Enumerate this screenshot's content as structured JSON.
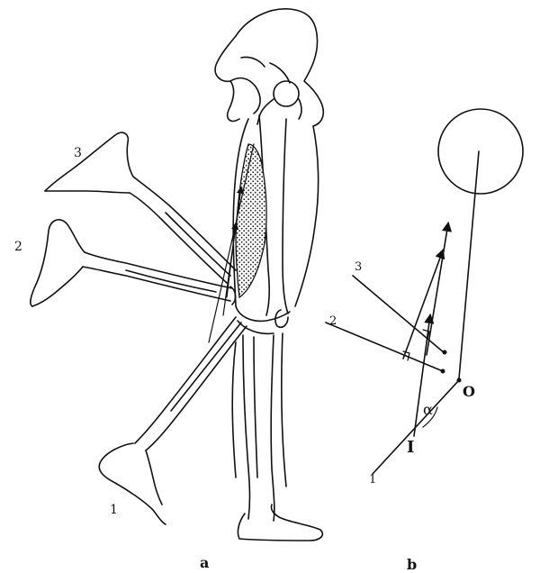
{
  "panel_a": {
    "caption": "a",
    "leg_labels": [
      "1",
      "2",
      "3"
    ]
  },
  "panel_b": {
    "caption": "b",
    "line_labels": [
      "1",
      "2",
      "3"
    ],
    "point_O": "O",
    "point_I": "I",
    "angle": "α"
  }
}
